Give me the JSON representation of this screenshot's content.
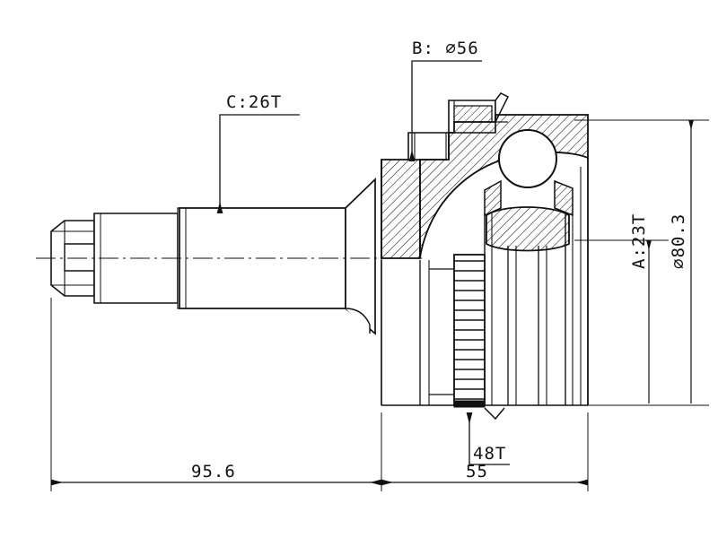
{
  "drawing": {
    "title": "CV Joint Cross-Section Technical Drawing",
    "background_color": "#ffffff",
    "line_color": "#111111"
  },
  "labels": {
    "spline_c": "C:26T",
    "diameter_b": "B: ∅56",
    "spline_a": "A:23T",
    "diameter_outer": "∅80.3",
    "tone_ring": "48T"
  },
  "dimensions": {
    "length_left": "95.6",
    "length_right": "55"
  },
  "annotation_names": {
    "spline_c": "shaft-spline-count",
    "diameter_b": "boot-seat-diameter",
    "spline_a": "inner-race-spline-count",
    "diameter_outer": "outer-race-diameter",
    "tone_ring": "abs-tone-ring-teeth",
    "length_left": "shaft-length-dimension",
    "length_right": "joint-length-dimension"
  }
}
